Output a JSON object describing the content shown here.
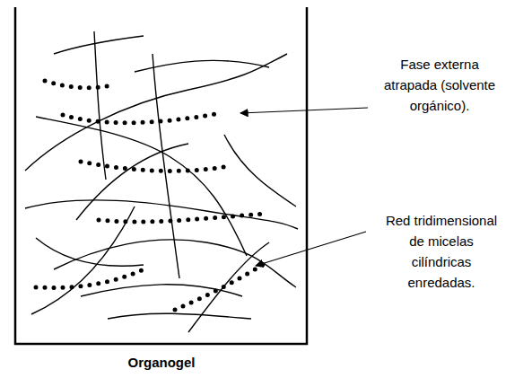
{
  "diagram": {
    "caption": "Organogel",
    "labels": [
      "Fase externa atrapada (solvente orgánico).",
      "Red tridimensional de micelas cilíndricas enredadas."
    ]
  }
}
